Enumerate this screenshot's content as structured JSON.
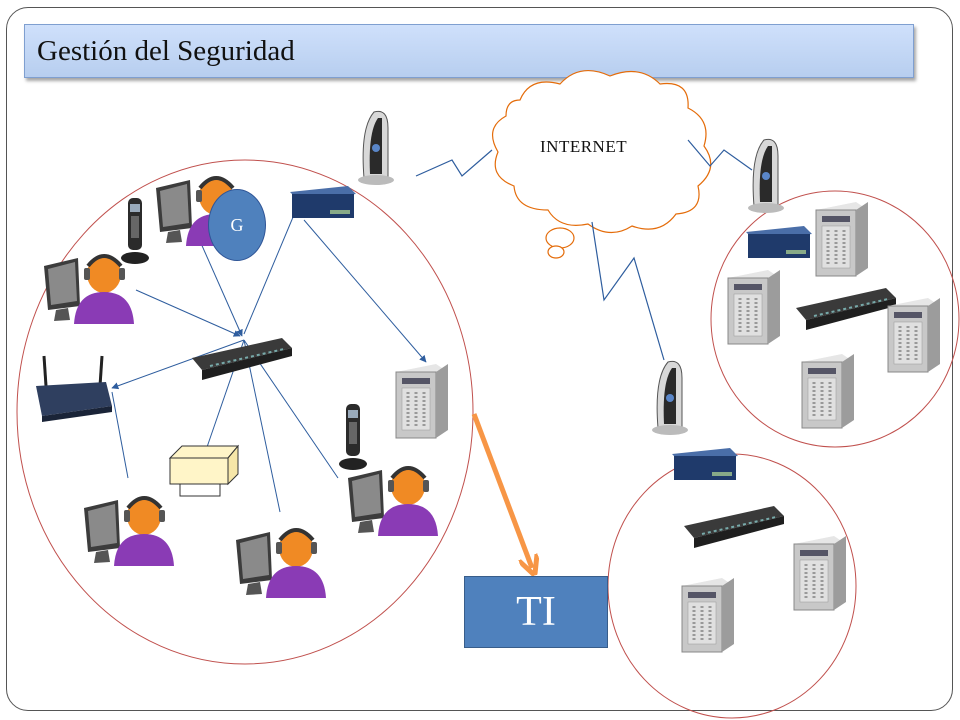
{
  "slide": {
    "title": "Gestión del Seguridad",
    "cloud_label": "INTERNET",
    "manager_badge": "G",
    "it_box": "TI"
  },
  "colors": {
    "title_bg": "#c6d9f7",
    "accent_blue": "#4f81bd",
    "link_line": "#2e5d9e",
    "zone_circle": "#c0504d",
    "arrow_orange": "#f79646",
    "cloud_outline": "#e46c0a"
  },
  "icons": [
    "workstation-operator-icon",
    "cordless-phone-icon",
    "wireless-router-icon",
    "network-switch-icon",
    "printer-icon",
    "server-tower-icon",
    "modem-icon",
    "router-box-icon",
    "internet-cloud-icon"
  ]
}
